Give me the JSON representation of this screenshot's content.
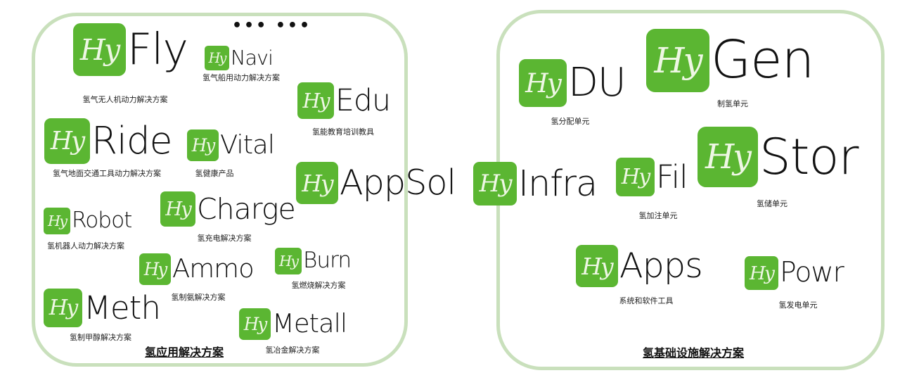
{
  "brand_prefix": "Hy",
  "colors": {
    "logo_green": "#5bb632",
    "panel_border": "#c9e0bc"
  },
  "left_panel": {
    "title": "氢应用解决方案",
    "ellipsis": "••• •••",
    "logos": [
      {
        "word": "Fly",
        "caption": "氢气无人机动力解决方案"
      },
      {
        "word": "Navi",
        "caption": "氢气船用动力解决方案"
      },
      {
        "word": "Edu",
        "caption": "氢能教育培训教具"
      },
      {
        "word": "Ride",
        "caption": "氢气地面交通工具动力解决方案"
      },
      {
        "word": "Vital",
        "caption": "氢健康产品"
      },
      {
        "word": "Charge",
        "caption": "氢充电解决方案"
      },
      {
        "word": "Robot",
        "caption": "氢机器人动力解决方案"
      },
      {
        "word": "Ammo",
        "caption": "氢制氨解决方案"
      },
      {
        "word": "Burn",
        "caption": "氢燃烧解决方案"
      },
      {
        "word": "Meth",
        "caption": "氢制甲醇解决方案"
      },
      {
        "word": "Metall",
        "caption": "氢冶金解决方案"
      }
    ]
  },
  "center": {
    "appsol": "AppSol",
    "infra": "Infra"
  },
  "right_panel": {
    "title": "氢基础设施解决方案",
    "logos": [
      {
        "word": "DU",
        "caption": "氢分配单元"
      },
      {
        "word": "Gen",
        "caption": "制氢单元"
      },
      {
        "word": "Fil",
        "caption": "氢加注单元"
      },
      {
        "word": "Stor",
        "caption": "氢储单元"
      },
      {
        "word": "Apps",
        "caption": "系统和软件工具"
      },
      {
        "word": "Powr",
        "caption": "氢发电单元"
      }
    ]
  }
}
